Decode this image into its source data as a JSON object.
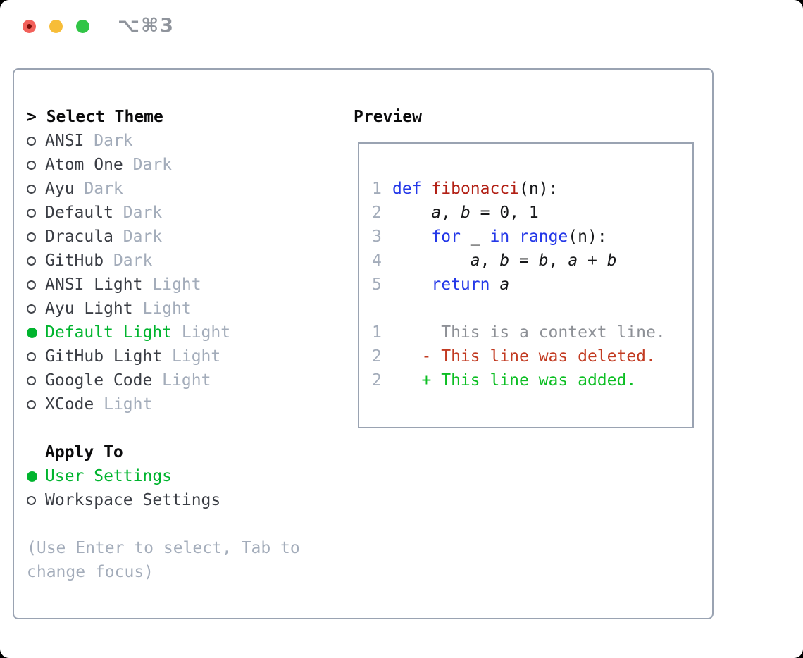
{
  "window": {
    "title": "⌥⌘3",
    "traffic_lights": {
      "close": "close",
      "minimize": "minimize",
      "zoom": "zoom"
    }
  },
  "theme_panel": {
    "selector": {
      "pointer": "> ",
      "heading": "Select Theme",
      "items": [
        {
          "name": "ANSI",
          "variant": "Dark",
          "selected": false
        },
        {
          "name": "Atom One",
          "variant": "Dark",
          "selected": false
        },
        {
          "name": "Ayu",
          "variant": "Dark",
          "selected": false
        },
        {
          "name": "Default",
          "variant": "Dark",
          "selected": false
        },
        {
          "name": "Dracula",
          "variant": "Dark",
          "selected": false
        },
        {
          "name": "GitHub",
          "variant": "Dark",
          "selected": false
        },
        {
          "name": "ANSI Light",
          "variant": "Light",
          "selected": false
        },
        {
          "name": "Ayu Light",
          "variant": "Light",
          "selected": false
        },
        {
          "name": "Default Light",
          "variant": "Light",
          "selected": true
        },
        {
          "name": "GitHub Light",
          "variant": "Light",
          "selected": false
        },
        {
          "name": "Google Code",
          "variant": "Light",
          "selected": false
        },
        {
          "name": "XCode",
          "variant": "Light",
          "selected": false
        }
      ]
    },
    "apply_to": {
      "heading": "Apply To",
      "options": [
        {
          "label": "User Settings",
          "selected": true
        },
        {
          "label": "Workspace Settings",
          "selected": false
        }
      ]
    },
    "help_lines": [
      "(Use Enter to select, Tab to",
      "change focus)"
    ]
  },
  "preview": {
    "heading": "Preview",
    "code_lines": [
      {
        "num": "1",
        "tokens": [
          {
            "t": "def",
            "c": "kw"
          },
          {
            "t": " ",
            "c": "pl"
          },
          {
            "t": "fibonacci",
            "c": "fn"
          },
          {
            "t": "(n):",
            "c": "pl"
          }
        ]
      },
      {
        "num": "2",
        "tokens": [
          {
            "t": "    ",
            "c": "pl"
          },
          {
            "t": "a",
            "c": "var"
          },
          {
            "t": ", ",
            "c": "pl"
          },
          {
            "t": "b",
            "c": "var"
          },
          {
            "t": " = 0, 1",
            "c": "pl"
          }
        ]
      },
      {
        "num": "3",
        "tokens": [
          {
            "t": "    ",
            "c": "pl"
          },
          {
            "t": "for",
            "c": "kw"
          },
          {
            "t": " _ ",
            "c": "pl"
          },
          {
            "t": "in",
            "c": "kw"
          },
          {
            "t": " ",
            "c": "pl"
          },
          {
            "t": "range",
            "c": "kw"
          },
          {
            "t": "(n):",
            "c": "pl"
          }
        ]
      },
      {
        "num": "4",
        "tokens": [
          {
            "t": "        ",
            "c": "pl"
          },
          {
            "t": "a",
            "c": "var"
          },
          {
            "t": ", ",
            "c": "pl"
          },
          {
            "t": "b",
            "c": "var"
          },
          {
            "t": " = ",
            "c": "pl"
          },
          {
            "t": "b",
            "c": "var"
          },
          {
            "t": ", ",
            "c": "pl"
          },
          {
            "t": "a",
            "c": "var"
          },
          {
            "t": " + ",
            "c": "pl"
          },
          {
            "t": "b",
            "c": "var"
          }
        ]
      },
      {
        "num": "5",
        "tokens": [
          {
            "t": "    ",
            "c": "pl"
          },
          {
            "t": "return",
            "c": "kw"
          },
          {
            "t": " ",
            "c": "pl"
          },
          {
            "t": "a",
            "c": "var"
          }
        ]
      }
    ],
    "diff_lines": [
      {
        "num": "1",
        "sign": "",
        "text": "This is a context line.",
        "type": "context"
      },
      {
        "num": "2",
        "sign": "-",
        "text": "This line was deleted.",
        "type": "deleted"
      },
      {
        "num": "2",
        "sign": "+",
        "text": "This line was added.",
        "type": "added"
      }
    ]
  },
  "colors": {
    "accent_green": "#00B42E",
    "keyword_blue": "#2438E8",
    "function_red": "#B22015",
    "diff_deleted": "#C23B22",
    "diff_added": "#0CBE23",
    "context_gray": "#8D9096",
    "muted_gray": "#A3ACBA",
    "border_gray": "#9AA3B2",
    "traffic_red": "#F2605A",
    "traffic_yellow": "#F7BD38",
    "traffic_green": "#31C546"
  }
}
